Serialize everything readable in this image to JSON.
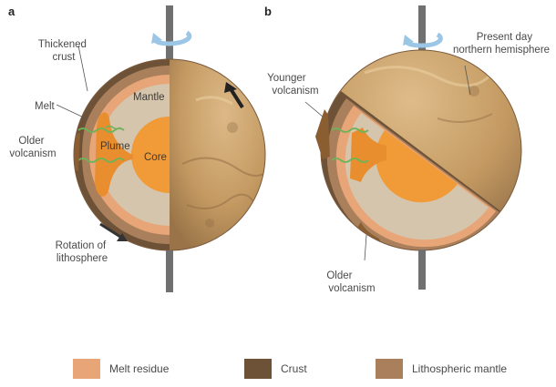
{
  "panels": {
    "a": {
      "letter": "a",
      "labels": {
        "thickened_crust": [
          "Thickened",
          "crust"
        ],
        "melt": "Melt",
        "older_volcanism": [
          "Older",
          "volcanism"
        ],
        "mantle": "Mantle",
        "plume": "Plume",
        "core": "Core",
        "rotation": [
          "Rotation of",
          "lithosphere"
        ]
      }
    },
    "b": {
      "letter": "b",
      "labels": {
        "present_day": [
          "Present day",
          "northern hemisphere"
        ],
        "younger_volcanism": [
          "Younger",
          "volcanism"
        ],
        "older_volcanism": [
          "Older",
          "volcanism"
        ]
      }
    }
  },
  "legend": [
    {
      "label": "Melt residue",
      "color": "#E8A577"
    },
    {
      "label": "Crust",
      "color": "#6E5238"
    },
    {
      "label": "Lithospheric mantle",
      "color": "#A9805B"
    }
  ],
  "colors": {
    "surface": "#C49A62",
    "crust": "#6E5238",
    "lithospheric_mantle": "#A9805B",
    "melt_residue": "#E8A577",
    "mantle": "#D5C5AC",
    "core": "#F09A38",
    "axis": "#707070",
    "rotation_arrow": "#A8CFEA",
    "melt_wave": "#6EB35A"
  }
}
